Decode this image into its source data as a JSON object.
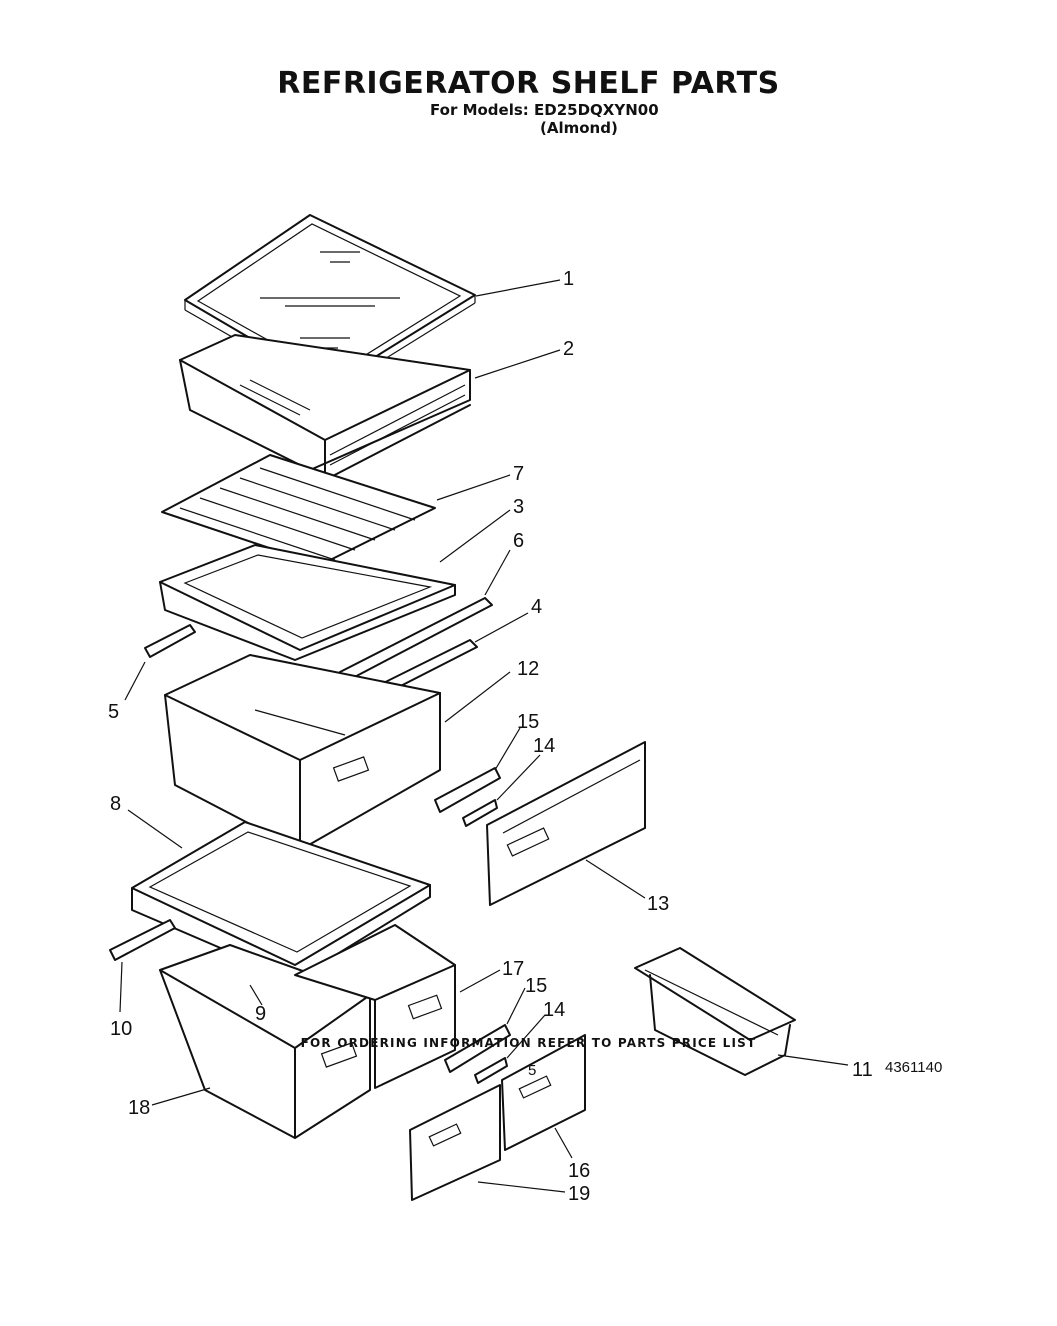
{
  "header": {
    "title": "REFRIGERATOR SHELF PARTS",
    "models": "For Models: ED25DQXYN00",
    "variant": "(Almond)"
  },
  "callouts": [
    "1",
    "2",
    "7",
    "3",
    "6",
    "4",
    "5",
    "12",
    "15",
    "14",
    "8",
    "13",
    "17",
    "15",
    "14",
    "10",
    "9",
    "11",
    "18",
    "16",
    "19"
  ],
  "footer": {
    "ordering_note": "FOR ORDERING INFORMATION REFER TO PARTS PRICE LIST",
    "page_number": "5",
    "document_number": "4361140"
  }
}
